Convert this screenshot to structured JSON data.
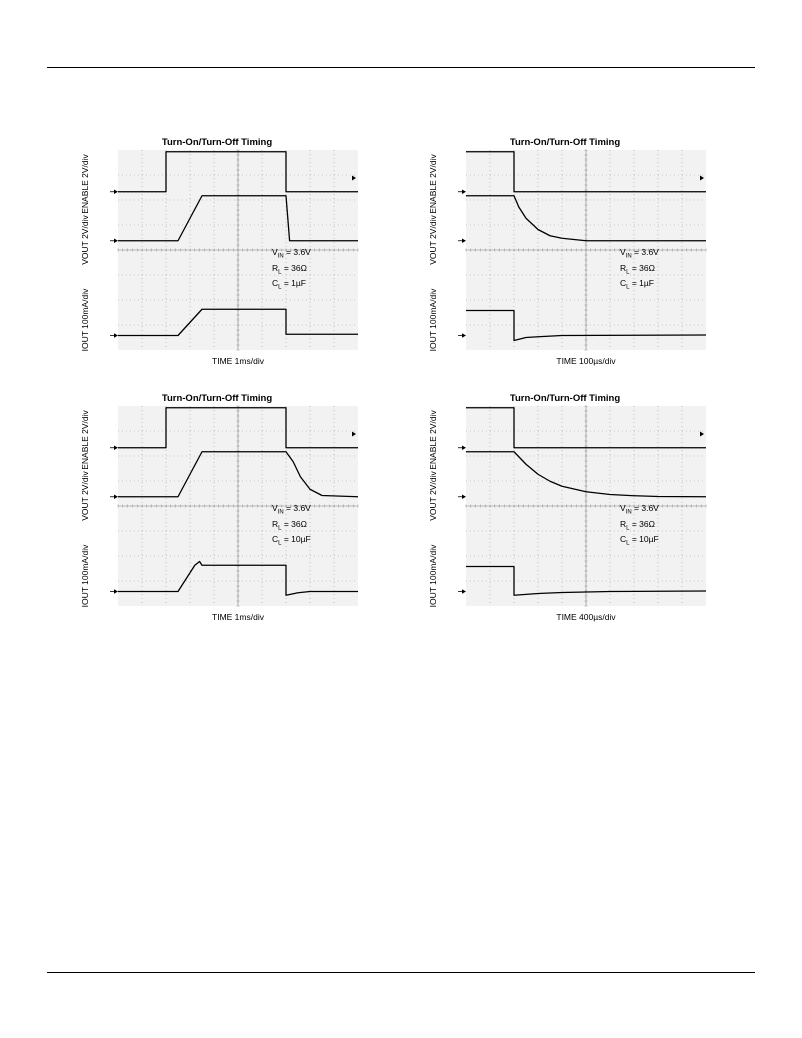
{
  "chart_data": [
    {
      "type": "line",
      "title": "Turn-On/Turn-Off Timing",
      "xlabel": "TIME 1ms/div",
      "ylabels": [
        "ENABLE 2V/div",
        "VOUT 2V/div",
        "IOUT 100mA/div"
      ],
      "conditions": {
        "vin": "3.6V",
        "rl": "36Ω",
        "cl": "1µF"
      },
      "x_divisions": 10,
      "y_divisions": 8,
      "grid": true,
      "series": [
        {
          "name": "ENABLE",
          "ground_div": 1.67,
          "x": [
            0,
            2,
            2,
            7,
            7,
            10
          ],
          "y": [
            0,
            0,
            1.6,
            1.6,
            0,
            0
          ]
        },
        {
          "name": "VOUT",
          "ground_div": 3.63,
          "x": [
            0,
            2.5,
            3.5,
            7,
            7.15,
            10
          ],
          "y": [
            0,
            0,
            1.8,
            1.8,
            0,
            0
          ]
        },
        {
          "name": "IOUT",
          "ground_div": 7.42,
          "x": [
            0,
            2.5,
            3.5,
            7,
            7,
            10
          ],
          "y": [
            0,
            0,
            1.05,
            1.05,
            0.05,
            0.05
          ]
        }
      ]
    },
    {
      "type": "line",
      "title": "Turn-On/Turn-Off Timing",
      "xlabel": "TIME 100µs/div",
      "ylabels": [
        "ENABLE 2V/div",
        "VOUT 2V/div",
        "IOUT 100mA/div"
      ],
      "conditions": {
        "vin": "3.6V",
        "rl": "36Ω",
        "cl": "1µF"
      },
      "x_divisions": 10,
      "y_divisions": 8,
      "grid": true,
      "series": [
        {
          "name": "ENABLE",
          "ground_div": 1.67,
          "x": [
            0,
            2,
            2,
            10
          ],
          "y": [
            1.6,
            1.6,
            0,
            0
          ]
        },
        {
          "name": "VOUT",
          "ground_div": 3.63,
          "x": [
            0,
            2,
            2.2,
            2.5,
            3,
            3.5,
            4,
            5,
            10
          ],
          "y": [
            1.8,
            1.8,
            1.35,
            0.9,
            0.45,
            0.2,
            0.1,
            0,
            0
          ]
        },
        {
          "name": "IOUT",
          "ground_div": 7.42,
          "x": [
            0,
            2,
            2,
            2.5,
            3,
            4,
            10
          ],
          "y": [
            1,
            1,
            -0.2,
            -0.08,
            -0.05,
            0,
            0.02
          ]
        }
      ]
    },
    {
      "type": "line",
      "title": "Turn-On/Turn-Off Timing",
      "xlabel": "TIME 1ms/div",
      "ylabels": [
        "ENABLE 2V/div",
        "VOUT 2V/div",
        "IOUT 100mA/div"
      ],
      "conditions": {
        "vin": "3.6V",
        "rl": "36Ω",
        "cl": "10µF"
      },
      "x_divisions": 10,
      "y_divisions": 8,
      "grid": true,
      "series": [
        {
          "name": "ENABLE",
          "ground_div": 1.67,
          "x": [
            0,
            2,
            2,
            7,
            7,
            10
          ],
          "y": [
            0,
            0,
            1.6,
            1.6,
            0,
            0
          ]
        },
        {
          "name": "VOUT",
          "ground_div": 3.63,
          "x": [
            0,
            2.5,
            3.5,
            7,
            7.3,
            7.6,
            8,
            8.5,
            10
          ],
          "y": [
            0,
            0,
            1.8,
            1.8,
            1.4,
            0.8,
            0.3,
            0.05,
            0
          ]
        },
        {
          "name": "IOUT",
          "ground_div": 7.42,
          "x": [
            0,
            2.5,
            3.2,
            3.4,
            3.5,
            7,
            7,
            7.5,
            8,
            10
          ],
          "y": [
            0,
            0,
            1.05,
            1.2,
            1.05,
            1.05,
            -0.15,
            -0.05,
            0,
            0
          ]
        }
      ]
    },
    {
      "type": "line",
      "title": "Turn-On/Turn-Off Timing",
      "xlabel": "TIME 400µs/div",
      "ylabels": [
        "ENABLE 2V/div",
        "VOUT 2V/div",
        "IOUT 100mA/div"
      ],
      "conditions": {
        "vin": "3.6V",
        "rl": "36Ω",
        "cl": "10µF"
      },
      "x_divisions": 10,
      "y_divisions": 8,
      "grid": true,
      "series": [
        {
          "name": "ENABLE",
          "ground_div": 1.67,
          "x": [
            0,
            2,
            2,
            10
          ],
          "y": [
            1.6,
            1.6,
            0,
            0
          ]
        },
        {
          "name": "VOUT",
          "ground_div": 3.63,
          "x": [
            0,
            2,
            2.5,
            3,
            3.5,
            4,
            5,
            6,
            7,
            8,
            10
          ],
          "y": [
            1.8,
            1.8,
            1.3,
            0.9,
            0.62,
            0.42,
            0.2,
            0.09,
            0.04,
            0.01,
            0
          ]
        },
        {
          "name": "IOUT",
          "ground_div": 7.42,
          "x": [
            0,
            2,
            2,
            3,
            4,
            6,
            10
          ],
          "y": [
            1,
            1,
            -0.15,
            -0.08,
            -0.04,
            0,
            0.02
          ]
        }
      ]
    }
  ]
}
